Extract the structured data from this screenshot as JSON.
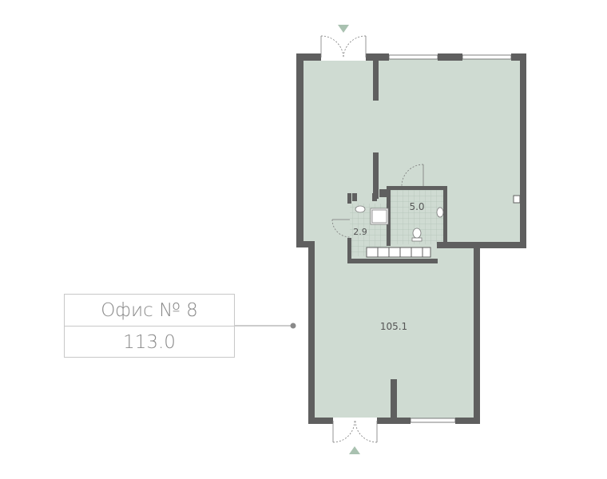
{
  "office": {
    "title": "Офис № 8",
    "total_area": "113.0"
  },
  "rooms": {
    "main_hall": "105.1",
    "bathroom": "5.0",
    "storage": "2.9"
  },
  "colors": {
    "floor": "#cfdbd2",
    "wall": "#5f5f5f",
    "tile_line": "#b3c2b8",
    "label_text": "#8a8a8a",
    "label_border": "#c8c8c8",
    "leader_line": "#9a9a9a",
    "entrance_arrow": "#a9c1b0"
  },
  "icons": {
    "entrance_top": "entrance-arrow-down-icon",
    "entrance_bottom": "entrance-arrow-up-icon",
    "sink": "sink-icon",
    "toilet": "toilet-icon",
    "washing_machine": "washing-machine-icon"
  }
}
